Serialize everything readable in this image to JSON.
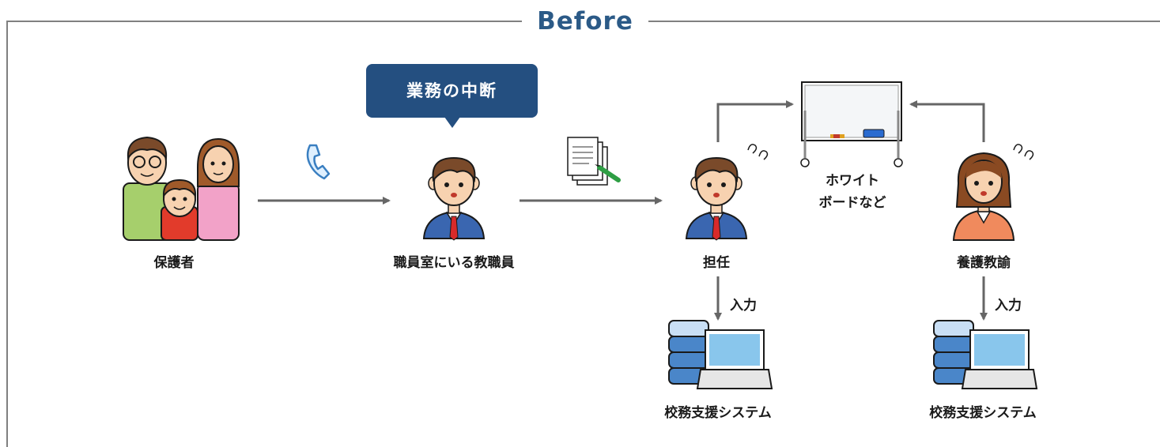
{
  "title": "Before",
  "bubble": "業務の中断",
  "labels": {
    "guardian": "保護者",
    "staff": "職員室にいる教職員",
    "homeroom": "担任",
    "whiteboard_line1": "ホワイト",
    "whiteboard_line2": "ボードなど",
    "nurse": "養護教諭",
    "input_1": "入力",
    "input_2": "入力",
    "system_1": "校務支援システム",
    "system_2": "校務支援システム"
  },
  "icons": {
    "phone": "phone-icon",
    "document": "document-icon",
    "server": "server-icon",
    "laptop": "laptop-icon",
    "whiteboard": "whiteboard-icon"
  },
  "colors": {
    "title": "#2b5a87",
    "bubble": "#244f80",
    "arrow": "#666666",
    "frame": "#808080"
  }
}
